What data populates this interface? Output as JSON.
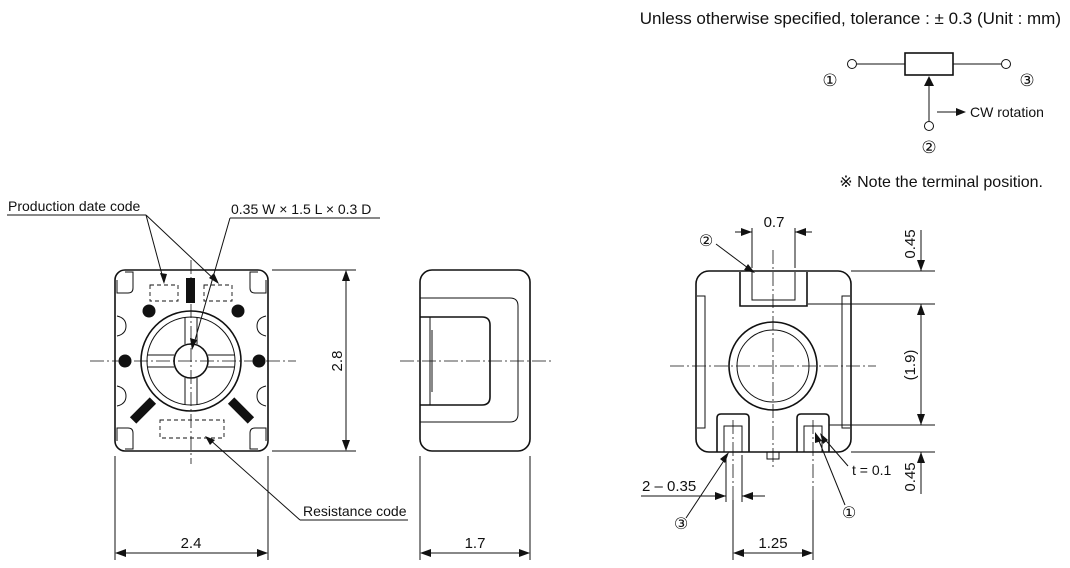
{
  "header": {
    "tolerance_note": "Unless otherwise specified, tolerance : ± 0.3 (Unit : mm)"
  },
  "schematic": {
    "terminal_1": "①",
    "terminal_2": "②",
    "terminal_3": "③",
    "cw_rotation": "CW rotation",
    "terminal_note": "※ Note the terminal position."
  },
  "front_view": {
    "production_date_code_label": "Production date code",
    "marking_dimensions_label": "0.35 W × 1.5 L × 0.3 D",
    "resistance_code_label": "Resistance code",
    "height_dim": "2.8",
    "width_dim": "2.4"
  },
  "side_view": {
    "depth_dim": "1.7"
  },
  "back_view": {
    "terminal_2_label": "②",
    "terminal_1_label": "①",
    "terminal_3_label": "③",
    "top_terminal_width": "0.7",
    "top_offset": "0.45",
    "middle_span": "(1.9)",
    "bottom_offset": "0.45",
    "terminal_thickness": "t = 0.1",
    "bottom_terminal_width": "2 – 0.35",
    "terminal_pitch": "1.25"
  }
}
